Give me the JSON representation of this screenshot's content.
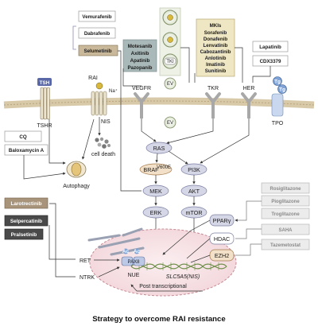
{
  "title": "Strategy to overcome RAI resistance",
  "drugs": {
    "braf": [
      "Vemurafenib",
      "Dabrafenib"
    ],
    "mek": "Selumetinib",
    "vegfr_inhibitors": [
      "Motesanib",
      "Axitinib",
      "Apatinib",
      "Pazopanib"
    ],
    "mkis_title": "MKIs",
    "mkis": [
      "Sorafenib",
      "Donafenib",
      "Lenvatinib",
      "Cabozantinib",
      "Anlotinib",
      "Imatinib",
      "Sunitinib"
    ],
    "her": [
      "Lapatinib",
      "CDX3379"
    ],
    "autophagy": [
      "CQ",
      "Baloxamycin A"
    ],
    "ntrk": [
      "Larotrectinib"
    ],
    "ret": [
      "Selpercatinib",
      "Pralsetinib"
    ],
    "ppar": [
      "Rosiglitazone",
      "Pioglitazone",
      "Troglitazone"
    ],
    "hdac": "SAHA",
    "ezh2": "Tazemetostat"
  },
  "labels": {
    "tsh": "TSH",
    "tshr": "TSHR",
    "rai": "RAI",
    "na": "Na⁺",
    "nis": "NIS",
    "vegfr": "VEGFR",
    "tkr": "TKR",
    "her": "HER",
    "tpo": "TPO",
    "tg": "Tg",
    "ev": "EV",
    "tki": "TKI",
    "cell_death": "cell death",
    "autophagy": "Autophagy",
    "ras": "RAS",
    "braf": "BRAF",
    "braf_sup": "V600E",
    "pi3k": "PI3K",
    "mek": "MEK",
    "akt": "AKT",
    "erk": "ERK",
    "mtor": "mTOR",
    "ppar": "PPARγ",
    "hdac": "HDAC",
    "ezh2": "EZH2",
    "ret": "RET",
    "ntrk": "NTRK",
    "pax8": "PAX8",
    "ac": "Ac",
    "nue": "NUE",
    "gene": "SLC5A5(NIS)",
    "post": "Post transcriptional"
  },
  "colors": {
    "kinase_node": "#d6d7e6",
    "kinase_border": "#7b7fa3",
    "braf_drug_fill": "#ffffff",
    "selumetinib_fill": "#c9b89a",
    "vegfr_drug_fill": "#a9b8b8",
    "mki_fill": "#efe6c4",
    "her_drug_fill": "#ffffff",
    "ntrk_drug_fill": "#a8947b",
    "ret_drug_fill": "#4a4a4a",
    "epi_drug_fill": "#ececec",
    "nucleus_fill": "#f7e3e6",
    "nucleus_border": "#c58a93",
    "receptor_fill": "#ece6d0",
    "pathway_line": "#333333"
  }
}
